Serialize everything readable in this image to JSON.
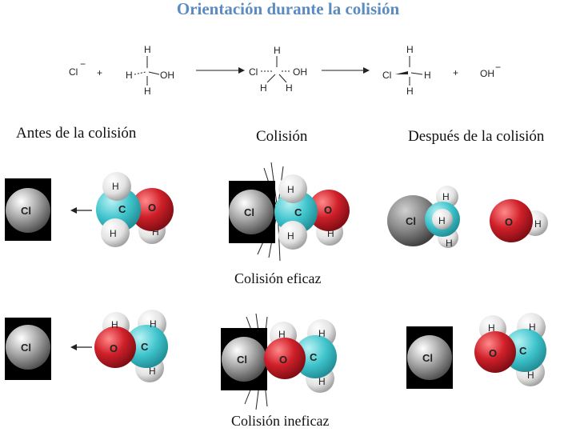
{
  "title": "Orientación durante la colisión",
  "equation": {
    "cl_ion": "Cl",
    "cl_charge": "−",
    "plus1": "+",
    "h_top": "H",
    "h_left": "H",
    "oh": "OH",
    "h_bottom": "H",
    "ts_h_top": "H",
    "ts_cl": "Cl",
    "ts_oh": "OH",
    "ts_h1": "H",
    "ts_h2": "H",
    "p_h_top": "H",
    "p_cl": "Cl",
    "p_h_right": "H",
    "p_h_bottom": "H",
    "plus2": "+",
    "oh_ion": "OH",
    "oh_charge": "−"
  },
  "headings": {
    "before": "Antes de la colisión",
    "collision": "Colisión",
    "after": "Después de la colisión"
  },
  "captions": {
    "effective": "Colisión eficaz",
    "ineffective": "Colisión ineficaz"
  },
  "atoms": {
    "cl": "Cl",
    "c": "C",
    "o": "O",
    "h": "H"
  },
  "colors": {
    "title": "#5b8bbf",
    "carbon": "#3fc4cc",
    "oxygen": "#d0202a",
    "chlorine": "#8a8a8a",
    "hydrogen": "#e6e6e6",
    "box": "#000000"
  }
}
